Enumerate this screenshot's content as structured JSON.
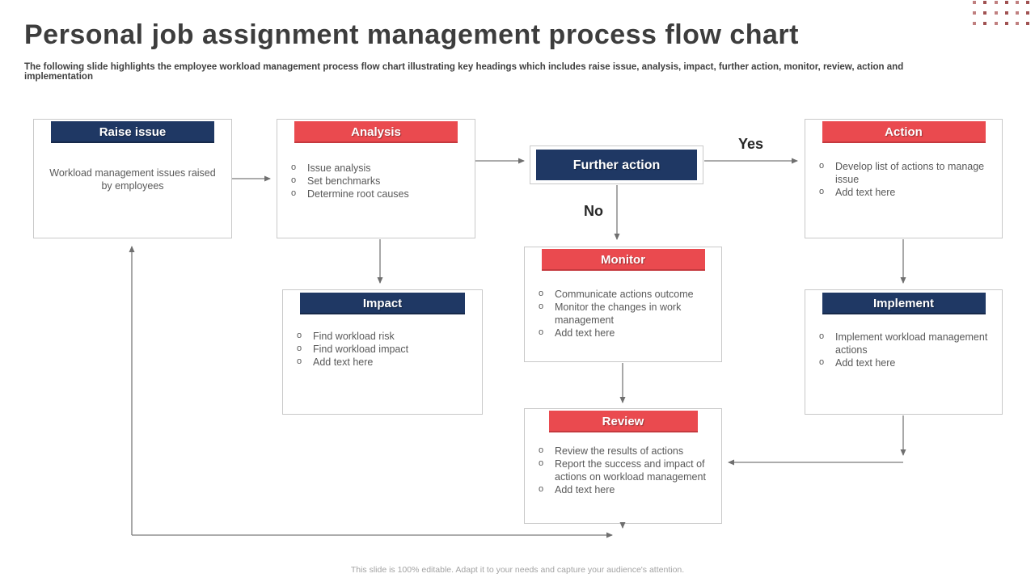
{
  "slide": {
    "title": "Personal job assignment management process flow chart",
    "subtitle": "The following slide highlights the employee workload management process flow chart illustrating key headings which includes  raise issue, analysis, impact, further action, monitor, review, action and implementation",
    "footer": "This slide is 100% editable.  Adapt it to your needs and capture your audience's attention.",
    "colors": {
      "navy": "#1F3864",
      "red": "#EA4A4F",
      "arrow_gray": "#7A7A7A",
      "body_text": "#595959",
      "dot_dark": "#A05252",
      "dot_light": "#C08080"
    }
  },
  "labels": {
    "yes": "Yes",
    "no": "No"
  },
  "boxes": {
    "raise_issue": {
      "title": "Raise issue",
      "body": "Workload management  issues raised  by employees"
    },
    "analysis": {
      "title": "Analysis",
      "bullets": [
        "Issue analysis",
        "Set benchmarks",
        "Determine  root causes"
      ]
    },
    "further_action": {
      "title": "Further action"
    },
    "action": {
      "title": "Action",
      "bullets": [
        "Develop  list of actions to manage  issue",
        "Add text here"
      ]
    },
    "monitor": {
      "title": "Monitor",
      "bullets": [
        "Communicate  actions outcome",
        "Monitor  the changes  in work management",
        "Add text here"
      ]
    },
    "impact": {
      "title": "Impact",
      "bullets": [
        "Find workload  risk",
        "Find workload  impact",
        "Add text here"
      ]
    },
    "review": {
      "title": "Review",
      "bullets": [
        "Review  the results of actions",
        "Report  the success and impact of actions on workload  management",
        "Add text here"
      ]
    },
    "implement": {
      "title": "Implement",
      "bullets": [
        "Implement  workload management  actions",
        "Add text here"
      ]
    }
  }
}
